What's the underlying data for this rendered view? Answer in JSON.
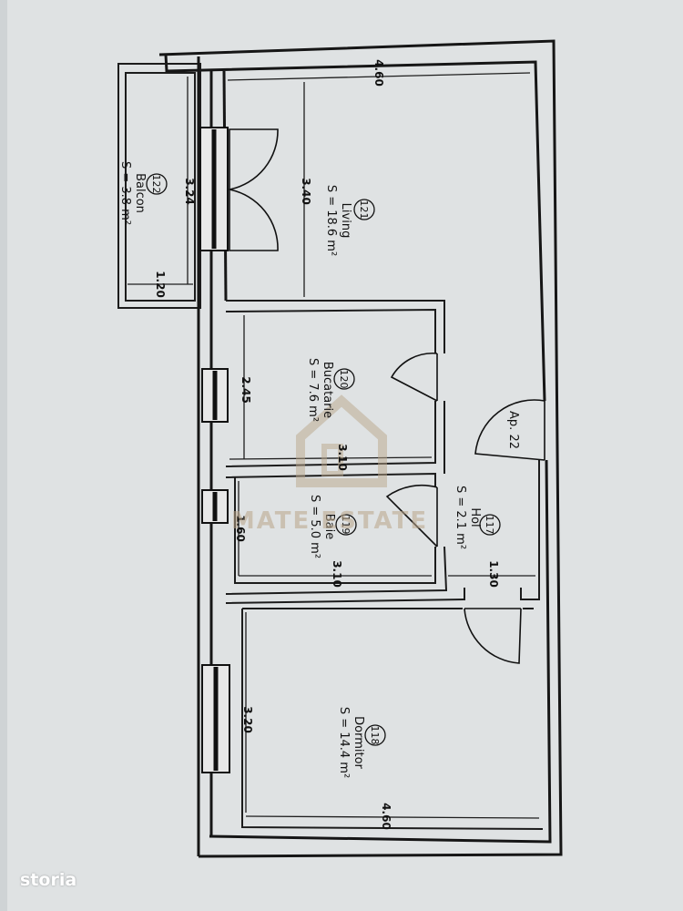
{
  "rooms": {
    "balcon": {
      "number": "122",
      "name": "Balcon",
      "area": "S = 3.8  m²"
    },
    "living": {
      "number": "121",
      "name": "Living",
      "area": "S = 18.6  m²"
    },
    "bucatarie": {
      "number": "120",
      "name": "Bucatarie",
      "area": "S = 7.6  m²"
    },
    "baie": {
      "number": "119",
      "name": "Baie",
      "area": "S = 5.0  m²"
    },
    "hol": {
      "number": "117",
      "name": "Hol",
      "area": "S = 2.1  m²"
    },
    "dormitor": {
      "number": "118",
      "name": "Dormitor",
      "area": "S = 14.4  m²"
    }
  },
  "dimensions": {
    "living_width": "4.60",
    "living_depth": "3.40",
    "balcon_depth": "3.24",
    "balcon_width": "1.20",
    "bucatarie_depth": "2.45",
    "bucatarie_width": "3.10",
    "baie_depth": "1.60",
    "baie_width": "3.10",
    "hol_width": "1.30",
    "dormitor_depth": "3.20",
    "dormitor_width": "4.60"
  },
  "apartment_label": "Ap. 22",
  "watermark": "MATE ESTATE",
  "brand": "storia"
}
